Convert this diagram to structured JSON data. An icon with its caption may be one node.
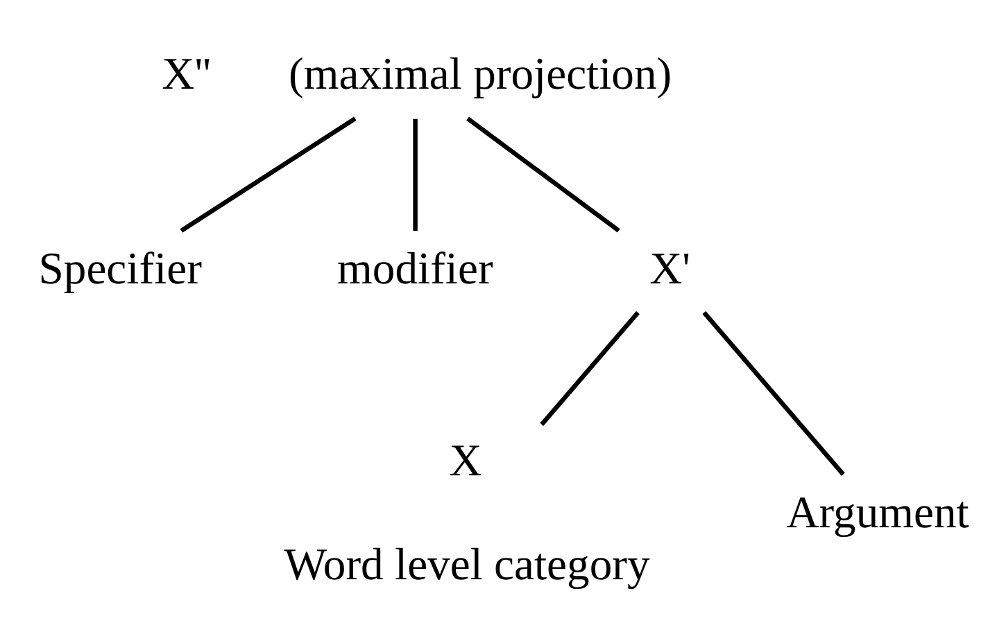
{
  "diagram": {
    "nodes": [
      {
        "text": [
          "X''"
        ],
        "beside": [
          "(maximal projection)"
        ]
      },
      {
        "text": [
          "Specifier"
        ]
      },
      {
        "text": [
          "modifier"
        ]
      },
      {
        "text": [
          "X'"
        ]
      },
      {
        "text": [
          "X"
        ],
        "beside": [
          "Word level category"
        ]
      },
      {
        "text": [
          "Argument"
        ]
      }
    ],
    "edges": [
      {
        "from": 0,
        "to": 1,
        "arrow": "none"
      },
      {
        "from": 0,
        "to": 3,
        "arrow": "none"
      },
      {
        "from": 0,
        "to": 2,
        "arrow": "none"
      },
      {
        "from": 3,
        "to": 4,
        "arrow": "none"
      },
      {
        "from": 3,
        "to": 5,
        "arrow": "none"
      }
    ]
  }
}
